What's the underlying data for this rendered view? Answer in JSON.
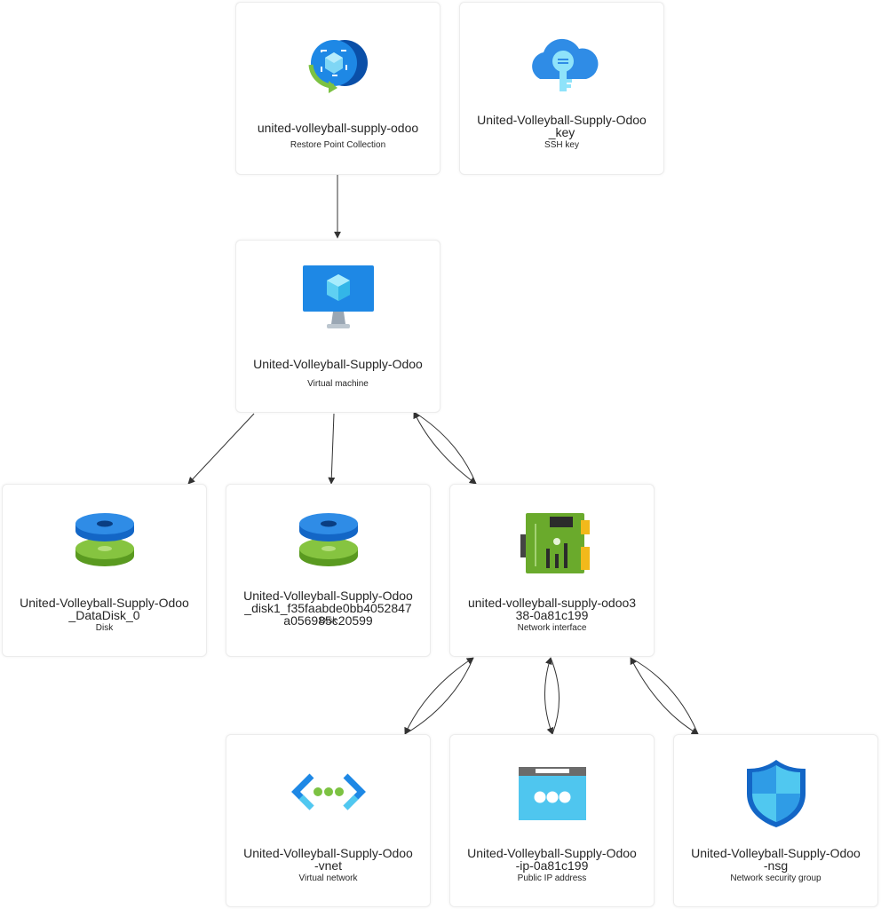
{
  "nodes": [
    {
      "id": "rpc",
      "name": "united-volleyball-supply-odoo",
      "type": "Restore Point Collection",
      "icon": "restore-point-collection-icon"
    },
    {
      "id": "ssh",
      "name": "United-Volleyball-Supply-Odoo\n_key",
      "type": "SSH key",
      "icon": "ssh-key-icon"
    },
    {
      "id": "vm",
      "name": "United-Volleyball-Supply-Odoo",
      "type": "Virtual machine",
      "icon": "virtual-machine-icon"
    },
    {
      "id": "disk0",
      "name": "United-Volleyball-Supply-Odoo\n_DataDisk_0",
      "type": "Disk",
      "icon": "disk-icon"
    },
    {
      "id": "disk1",
      "name": "United-Volleyball-Supply-Odoo\n_disk1_f35faabde0bb4052847\na056985c20599",
      "type": "Disk",
      "icon": "disk-icon"
    },
    {
      "id": "nic",
      "name": "united-volleyball-supply-odoo3\n38-0a81c199",
      "type": "Network interface",
      "icon": "network-interface-icon"
    },
    {
      "id": "vnet",
      "name": "United-Volleyball-Supply-Odoo\n-vnet",
      "type": "Virtual network",
      "icon": "virtual-network-icon"
    },
    {
      "id": "pip",
      "name": "United-Volleyball-Supply-Odoo\n-ip-0a81c199",
      "type": "Public IP address",
      "icon": "public-ip-icon"
    },
    {
      "id": "nsg",
      "name": "United-Volleyball-Supply-Odoo\n-nsg",
      "type": "Network security group",
      "icon": "network-security-group-icon"
    }
  ],
  "edges": [
    {
      "from": "rpc",
      "to": "vm",
      "direction": "one-way"
    },
    {
      "from": "vm",
      "to": "disk0",
      "direction": "one-way"
    },
    {
      "from": "vm",
      "to": "disk1",
      "direction": "one-way"
    },
    {
      "from": "vm",
      "to": "nic",
      "direction": "two-way"
    },
    {
      "from": "nic",
      "to": "vnet",
      "direction": "two-way"
    },
    {
      "from": "nic",
      "to": "pip",
      "direction": "two-way"
    },
    {
      "from": "nic",
      "to": "nsg",
      "direction": "two-way"
    }
  ],
  "colors": {
    "edge": "#333333",
    "card_border": "#ececec",
    "text": "#262626"
  }
}
